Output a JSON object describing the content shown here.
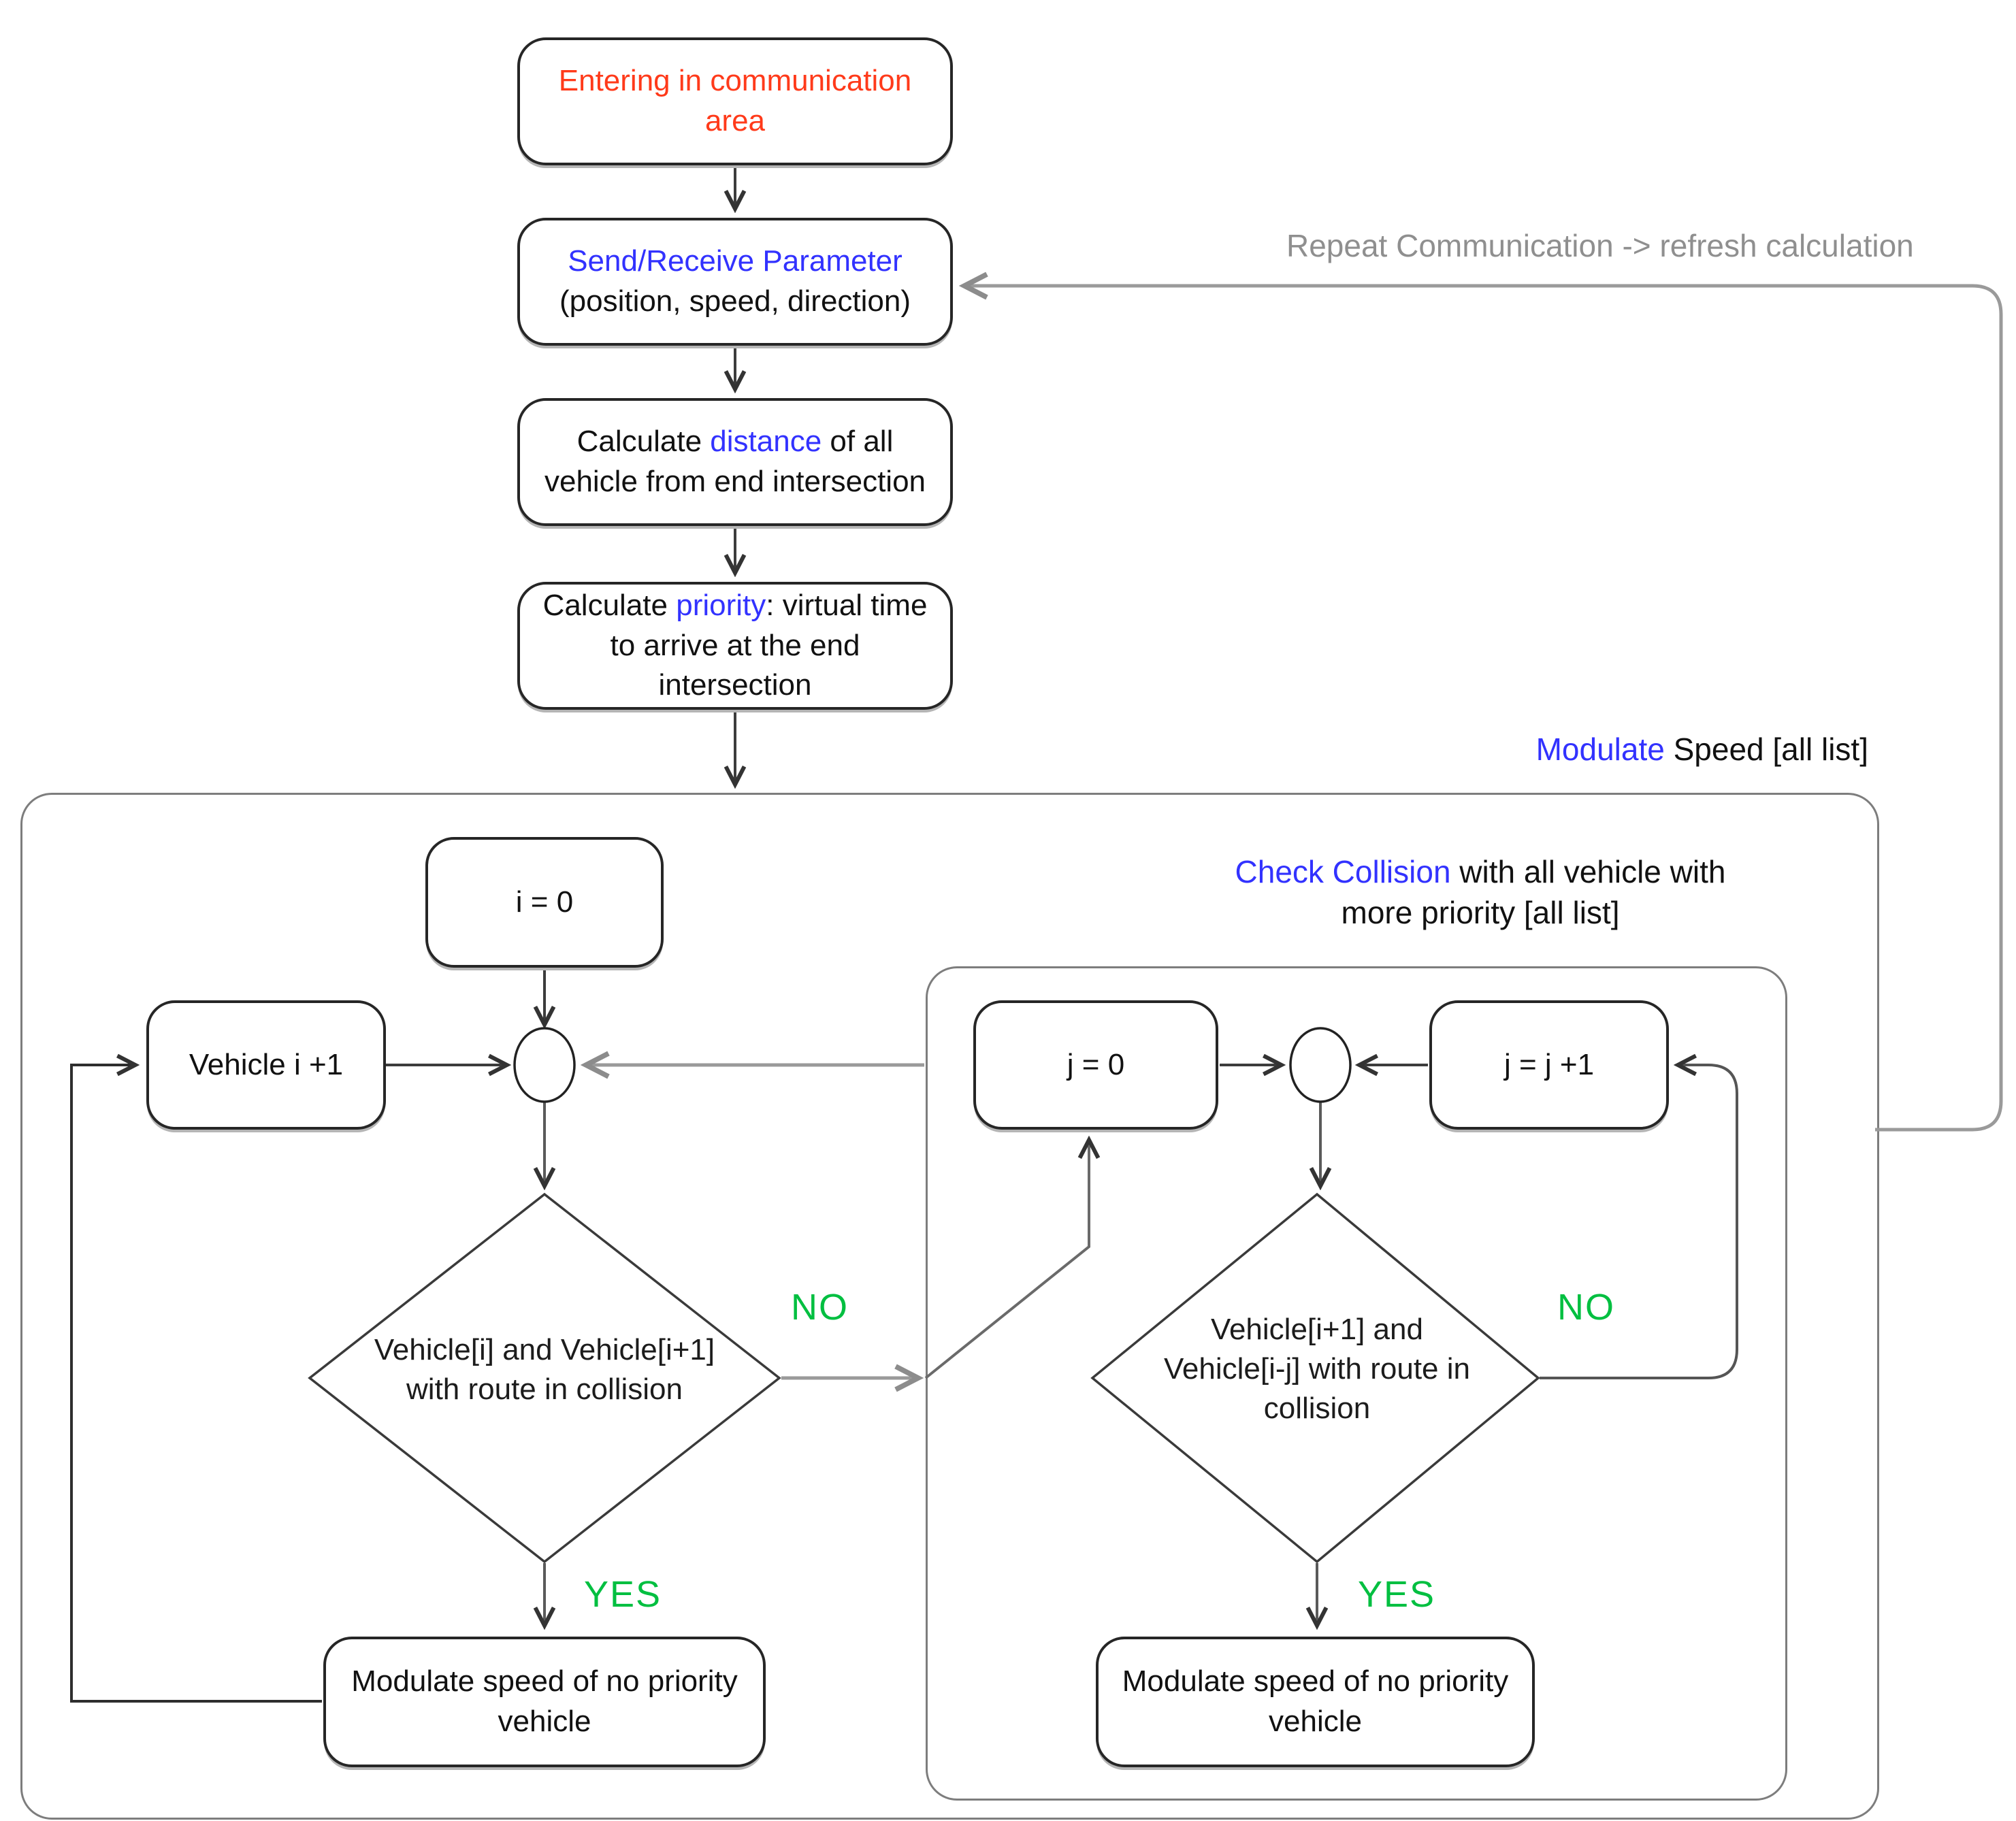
{
  "colors": {
    "red": "#ff3a1a",
    "blue": "#3232ff",
    "green": "#00bf40",
    "gray_text": "#8f8f8f"
  },
  "nodes": {
    "entry": {
      "text": "Entering in communication area"
    },
    "send_receive": {
      "line1": "Send/Receive Parameter",
      "line2": "(position, speed, direction)"
    },
    "calc_distance": {
      "pre": "Calculate ",
      "highlight": "distance",
      "post": " of all vehicle from end intersection"
    },
    "calc_priority": {
      "pre": "Calculate ",
      "highlight": "priority",
      "post": ": virtual time to arrive at the end intersection"
    },
    "i_init": {
      "text": "i = 0"
    },
    "vehicle_inc": {
      "text": "Vehicle i +1"
    },
    "decision_outer": {
      "line1": "Vehicle[i] and Vehicle[i+1]",
      "line2": "with route in collision"
    },
    "j_init": {
      "text": "j = 0"
    },
    "j_inc": {
      "text": "j = j +1"
    },
    "decision_inner": {
      "line1": "Vehicle[i+1] and",
      "line2": "Vehicle[i-j] with route in",
      "line3": "collision"
    },
    "modulate_left": {
      "text": "Modulate speed of no priority vehicle"
    },
    "modulate_right": {
      "text": "Modulate speed of no priority vehicle"
    }
  },
  "labels": {
    "repeat": "Repeat Communication -> refresh calculation",
    "modulate_speed": {
      "highlight": "Modulate",
      "post": " Speed [all list]"
    },
    "check_collision": {
      "highlight": "Check Collision",
      "post": " with all vehicle with more priority [all list]"
    },
    "no": "NO",
    "yes": "YES"
  }
}
